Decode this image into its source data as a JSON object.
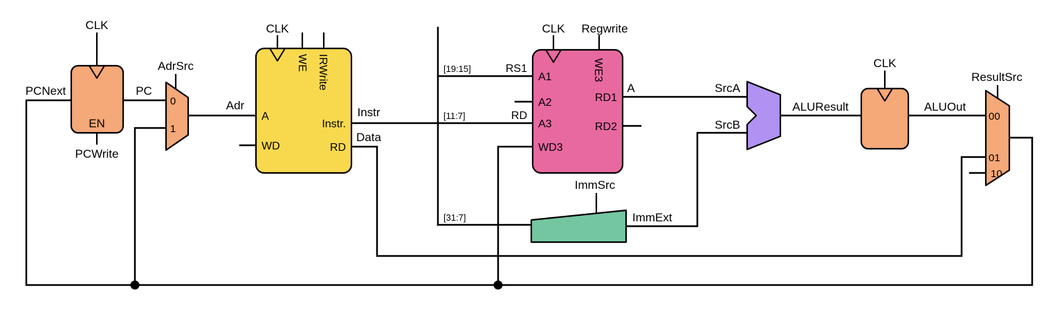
{
  "colors": {
    "register": "#F5A878",
    "mux": "#F5A878",
    "memory": "#F8D94E",
    "regfile": "#E8699F",
    "extend": "#74C6A1",
    "alu": "#B192F2",
    "wire": "#000000"
  },
  "pc_register": {
    "clk_label": "CLK",
    "enable_label": "EN",
    "control_label": "PCWrite"
  },
  "adrsrc_mux": {
    "control_label": "AdrSrc",
    "input0_label": "0",
    "input1_label": "1"
  },
  "memory": {
    "clk_label": "CLK",
    "we_label": "WE",
    "irwrite_label": "IRWrite",
    "port_a": "A",
    "port_wd": "WD",
    "port_instr": "Instr.",
    "port_rd": "RD"
  },
  "register_file": {
    "clk_label": "CLK",
    "control_label": "Regwrite",
    "we3_label": "WE3",
    "port_a1": "A1",
    "port_a2": "A2",
    "port_a3": "A3",
    "port_wd3": "WD3",
    "port_rd1": "RD1",
    "port_rd2": "RD2"
  },
  "extend_unit": {
    "control_label": "ImmSrc"
  },
  "aluout_register": {
    "clk_label": "CLK"
  },
  "resultsrc_mux": {
    "control_label": "ResultSrc",
    "input00_label": "00",
    "input01_label": "01",
    "input10_label": "10"
  },
  "wire_labels": {
    "pcnext": "PCNext",
    "pc": "PC",
    "adr": "Adr",
    "instr": "Instr",
    "data": "Data",
    "bits_19_15": "[19:15]",
    "rs1": "RS1",
    "bits_11_7": "[11:7]",
    "rd": "RD",
    "bits_31_7": "[31:7]",
    "a": "A",
    "srca": "SrcA",
    "srcb": "SrcB",
    "immext": "ImmExt",
    "aluresult": "ALUResult",
    "aluout": "ALUOut"
  }
}
